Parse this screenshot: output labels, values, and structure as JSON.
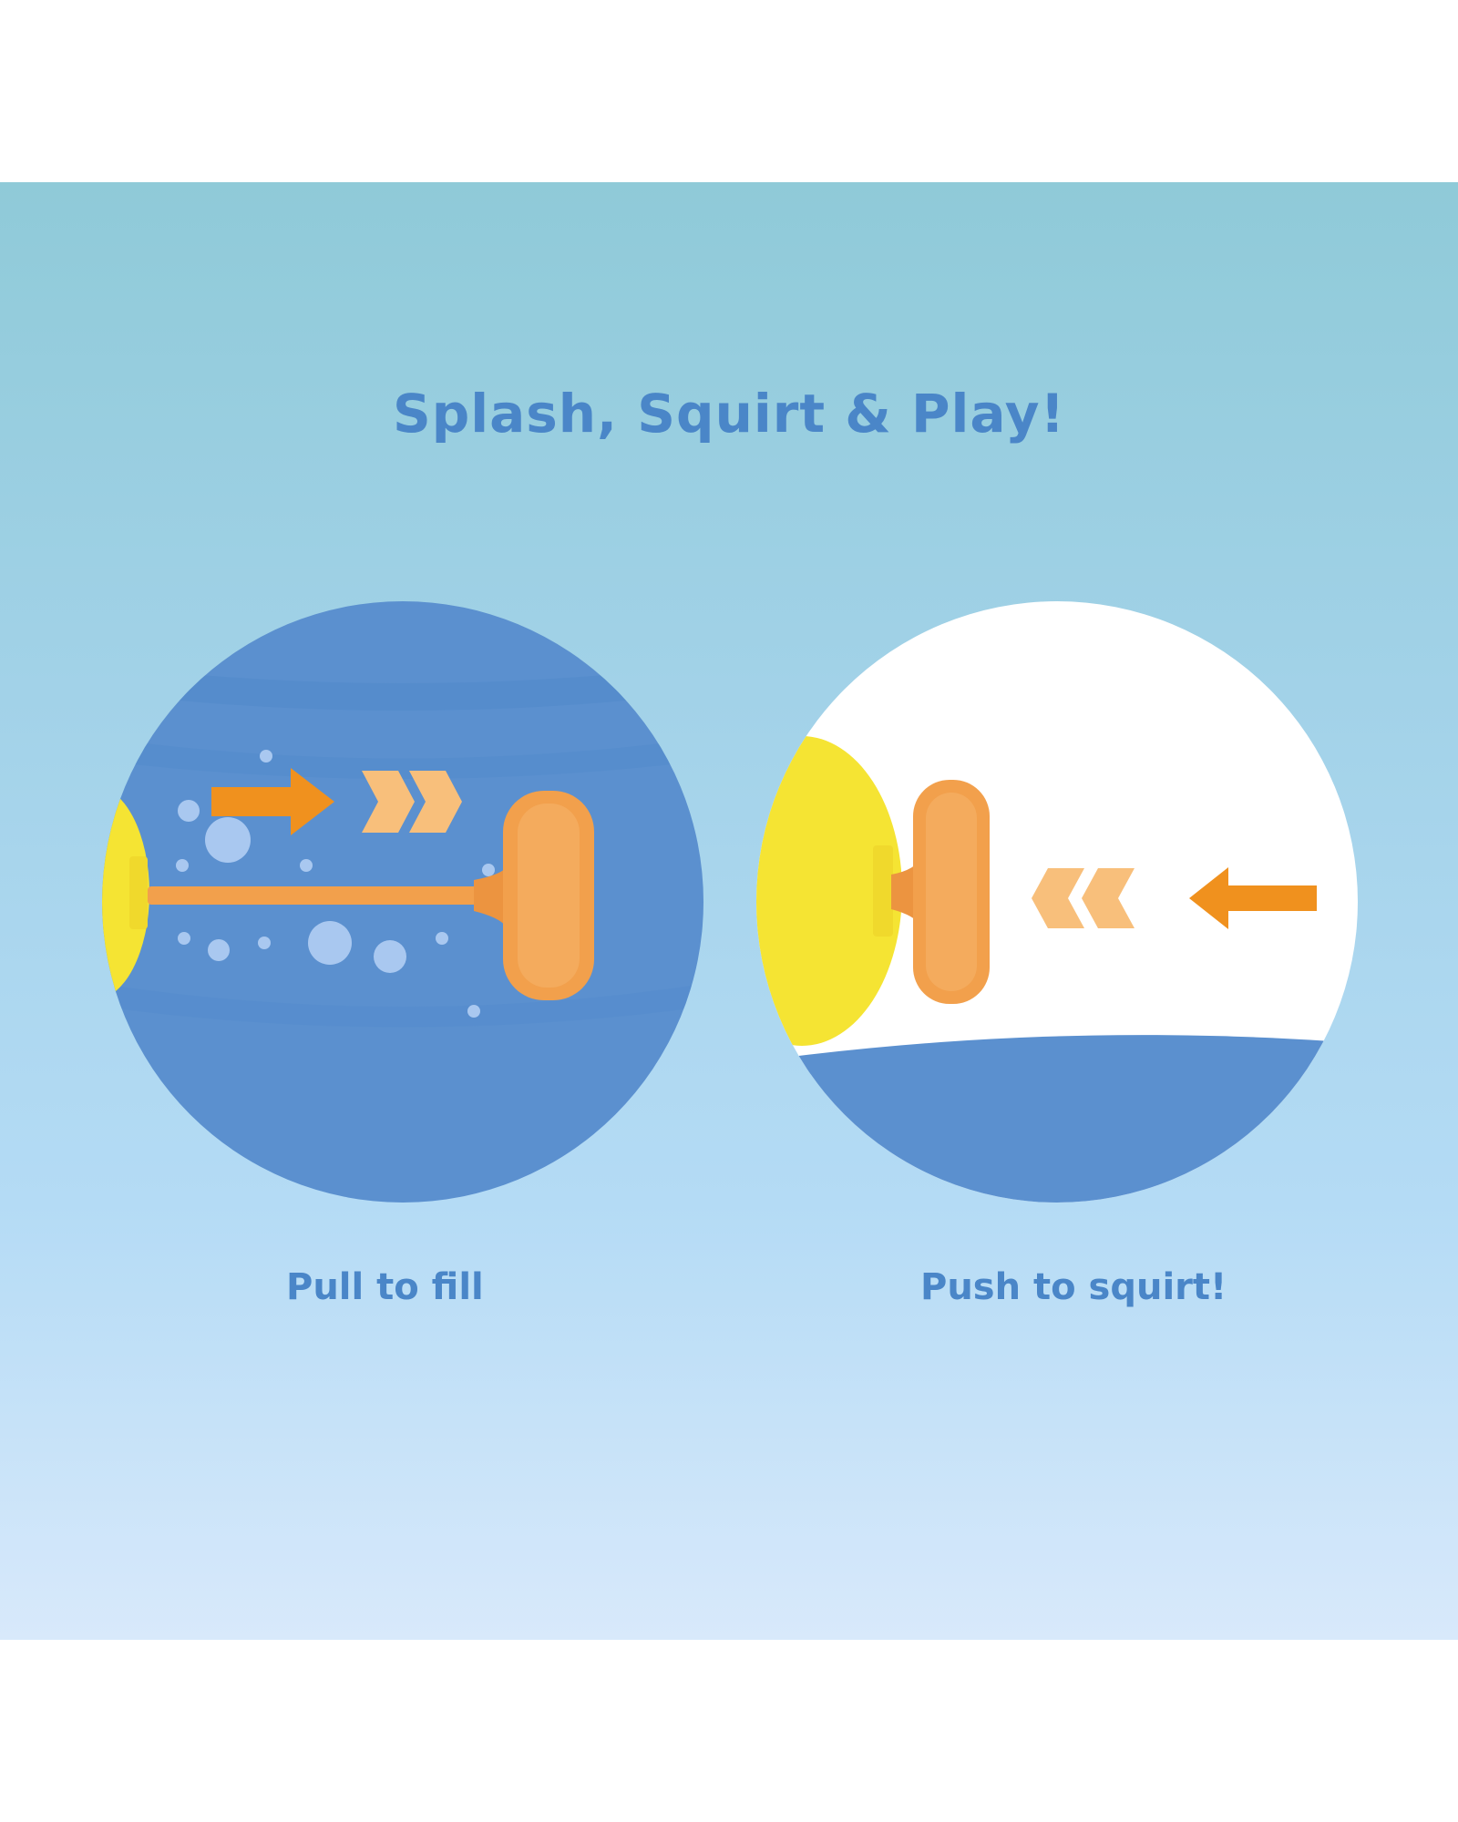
{
  "headline": "Splash, Squirt & Play!",
  "steps": [
    {
      "caption": "Pull to fill"
    },
    {
      "caption": "Push to squirt!"
    }
  ],
  "colors": {
    "background_top": "#8fcad8",
    "background_bottom": "#d8e9fb",
    "text_blue": "#4a86c8",
    "water_blue": "#5b90cf",
    "duck_yellow": "#f5e433",
    "plunger_orange": "#f2a04c",
    "arrow_orange": "#f0911e",
    "arrow_light": "#f8bf7b"
  },
  "icons": [
    "duck-body-icon",
    "plunger-icon",
    "arrow-right-icon",
    "arrow-left-icon",
    "bubble-icon"
  ]
}
